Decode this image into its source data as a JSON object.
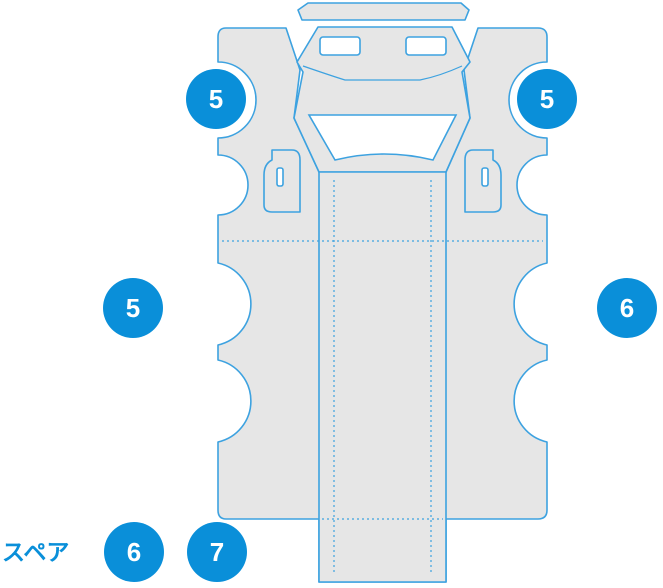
{
  "badges": {
    "top_left": "5",
    "top_right": "5",
    "mid_left": "5",
    "mid_right": "6",
    "bottom_spare_6": "6",
    "bottom_7": "7"
  },
  "spare_label": "スペア",
  "colors": {
    "accent": "#0a8fd9",
    "line": "#3da2e0",
    "panel_fill": "#e6e6e6",
    "background": "#ffffff"
  }
}
